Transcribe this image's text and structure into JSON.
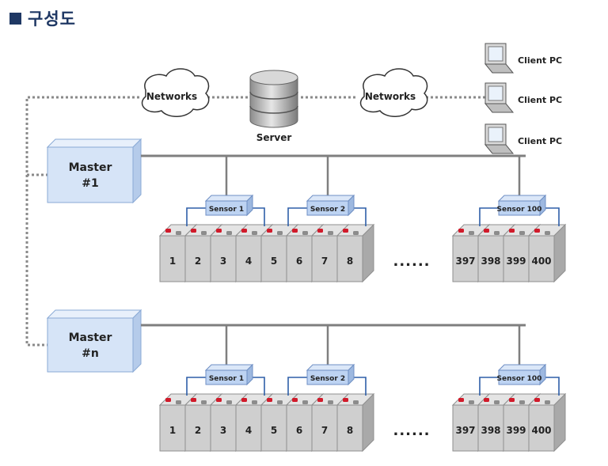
{
  "title": "구성도",
  "networks": [
    "Networks",
    "Networks"
  ],
  "server": "Server",
  "clients": [
    "Client PC",
    "Client PC",
    "Client PC"
  ],
  "masters": [
    {
      "line1": "Master",
      "line2": "#1"
    },
    {
      "line1": "Master",
      "line2": "#n"
    }
  ],
  "sensor_labels": [
    "Sensor 1",
    "Sensor 2",
    "Sensor 100"
  ],
  "cell_labels_first": [
    "1",
    "2",
    "3",
    "4",
    "5",
    "6",
    "7",
    "8"
  ],
  "cell_labels_last": [
    "397",
    "398",
    "399",
    "400"
  ],
  "ellipsis": "......",
  "colors": {
    "title": "#1f3864",
    "master": "#d6e4f7",
    "sensor": "#bdd3f2",
    "cell": "#cfcfcf",
    "terminal": "#d11a2a",
    "bus": "#7f7f7f",
    "network_line": "#808080"
  }
}
